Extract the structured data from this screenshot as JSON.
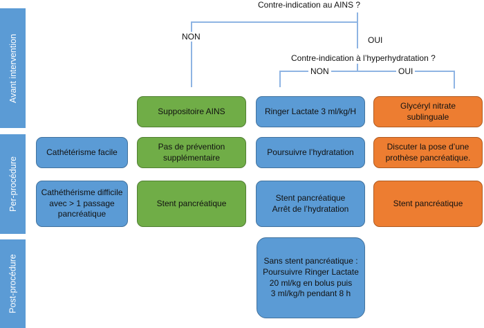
{
  "phases": {
    "avant": "Avant intervention",
    "per": "Per-procédure",
    "post": "Post-procédure"
  },
  "decisions": {
    "q1": "Contre-indication au AINS ?",
    "q1_no": "NON",
    "q1_yes": "OUI",
    "q2": "Contre-indication à l’hyperhydratation ?",
    "q2_no": "NON",
    "q2_yes": "OUI"
  },
  "boxes": {
    "suppositoire": "Suppositoire AINS",
    "ringer": "Ringer Lactate 3 ml/kg/H",
    "glyceryl": "Glycéryl nitrate sublinguale",
    "cath_facile": "Cathétérisme facile",
    "pas_prevention": "Pas de prévention\nsupplémentaire",
    "poursuivre": "Poursuivre l’hydratation",
    "discuter": "Discuter la pose d’une\nprothèse pancréatique.",
    "cath_difficile": "Cathéthérisme difficile\navec > 1 passage\npancréatique",
    "stent_green": "Stent pancréatique",
    "stent_arret": "Stent pancréatique\nArrêt de l’hydratation",
    "stent_orange": "Stent pancréatique",
    "sans_stent": "Sans stent pancréatique :\nPoursuivre Ringer Lactate\n20 ml/kg en bolus puis\n3 ml/kg/h pendant 8 h"
  },
  "colors": {
    "blue": "#5B9BD5",
    "green": "#70AD47",
    "orange": "#ED7D31",
    "connector": "#8EB4E3"
  }
}
